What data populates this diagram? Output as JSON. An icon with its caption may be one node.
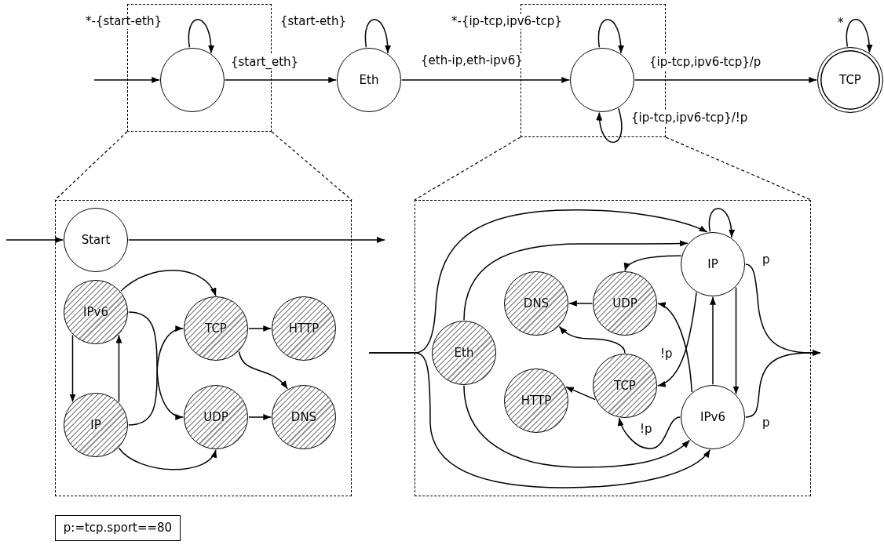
{
  "diagram": {
    "nodes": [
      {
        "text": [],
        "shape": "box"
      },
      {
        "text": [],
        "shape": "circle",
        "in": 0
      },
      {
        "text": [
          "Eth"
        ]
      },
      {
        "text": [],
        "shape": "box"
      },
      {
        "text": [],
        "shape": "circle",
        "in": 3
      },
      {
        "text": [
          "TCP"
        ]
      },
      {
        "text": [],
        "shape": "box"
      },
      {
        "text": [
          "Start"
        ],
        "in": 6
      },
      {
        "text": [
          "IPv6"
        ],
        "in": 6
      },
      {
        "text": [
          "TCP"
        ],
        "in": 6
      },
      {
        "text": [
          "HTTP"
        ],
        "in": 6
      },
      {
        "text": [
          "IP"
        ],
        "in": 6
      },
      {
        "text": [
          "UDP"
        ],
        "in": 6
      },
      {
        "text": [
          "DNS"
        ],
        "in": 6
      },
      {
        "text": [],
        "shape": "box"
      },
      {
        "text": [
          "IP"
        ],
        "in": 14
      },
      {
        "text": [
          "DNS"
        ],
        "in": 14
      },
      {
        "text": [
          "UDP"
        ],
        "in": 14
      },
      {
        "text": [
          "Eth"
        ],
        "in": 14
      },
      {
        "text": [
          "TCP"
        ],
        "in": 14
      },
      {
        "text": [
          "HTTP"
        ],
        "in": 14
      },
      {
        "text": [
          "IPv6"
        ],
        "in": 14
      },
      {
        "text": [
          "p:=tcp.sport==80"
        ]
      }
    ],
    "edges": [
      {
        "from": null,
        "to": 1,
        "arrow": "to"
      },
      {
        "from": 1,
        "to": 1,
        "arrow": "to",
        "label": "*-{start-eth}"
      },
      {
        "from": 1,
        "to": 2,
        "arrow": "to",
        "label": "{start_eth}"
      },
      {
        "from": 2,
        "to": 2,
        "arrow": "to",
        "label": "{start-eth}"
      },
      {
        "from": 2,
        "to": 4,
        "arrow": "to",
        "label": "{eth-ip,eth-ipv6}"
      },
      {
        "from": 4,
        "to": 4,
        "arrow": "to",
        "label": "*-{ip-tcp,ipv6-tcp}"
      },
      {
        "from": 4,
        "to": 4,
        "arrow": "to",
        "label": "{ip-tcp,ipv6-tcp}/!p"
      },
      {
        "from": 4,
        "to": 5,
        "arrow": "to",
        "label": "{ip-tcp,ipv6-tcp}/p"
      },
      {
        "from": 5,
        "to": 5,
        "arrow": "to",
        "label": "*"
      },
      {
        "from": null,
        "to": 7,
        "arrow": "to"
      },
      {
        "from": 7,
        "to": null,
        "arrow": "to"
      },
      {
        "from": 8,
        "to": 9,
        "arrow": "to"
      },
      {
        "from": 8,
        "to": 12,
        "arrow": "to"
      },
      {
        "from": 11,
        "to": 9,
        "arrow": "to"
      },
      {
        "from": 8,
        "to": 11,
        "arrow": "to"
      },
      {
        "from": 11,
        "to": 8,
        "arrow": "to"
      },
      {
        "from": 11,
        "to": 12,
        "arrow": "to"
      },
      {
        "from": 9,
        "to": 10,
        "arrow": "to"
      },
      {
        "from": 9,
        "to": 13,
        "arrow": "to"
      },
      {
        "from": 12,
        "to": 13,
        "arrow": "to"
      },
      {
        "from": null,
        "to": 15,
        "arrow": "to"
      },
      {
        "from": null,
        "to": 21,
        "arrow": "to"
      },
      {
        "from": 18,
        "to": 15,
        "arrow": "to"
      },
      {
        "from": 18,
        "to": 21,
        "arrow": "to"
      },
      {
        "from": 15,
        "to": 15,
        "arrow": "to"
      },
      {
        "from": 15,
        "to": 17,
        "arrow": "to"
      },
      {
        "from": 15,
        "to": 19,
        "arrow": "to",
        "label": "!p"
      },
      {
        "from": 21,
        "to": 17,
        "arrow": "to"
      },
      {
        "from": 21,
        "to": 15,
        "arrow": "to"
      },
      {
        "from": 15,
        "to": 21,
        "arrow": "to"
      },
      {
        "from": 17,
        "to": 16,
        "arrow": "to"
      },
      {
        "from": 19,
        "to": 16,
        "arrow": "to"
      },
      {
        "from": 19,
        "to": 20,
        "arrow": "to"
      },
      {
        "from": 21,
        "to": 19,
        "arrow": "to",
        "label": "!p"
      },
      {
        "from": 15,
        "to": null,
        "arrow": "to",
        "label": "p"
      },
      {
        "from": 21,
        "to": null,
        "arrow": "to",
        "label": "p"
      },
      {
        "from": 0,
        "to": 6,
        "arrow": "none",
        "style": "dashed"
      },
      {
        "from": 0,
        "to": 6,
        "arrow": "none",
        "style": "dashed"
      },
      {
        "from": 3,
        "to": 14,
        "arrow": "none",
        "style": "dashed"
      },
      {
        "from": 3,
        "to": 14,
        "arrow": "none",
        "style": "dashed"
      }
    ]
  }
}
